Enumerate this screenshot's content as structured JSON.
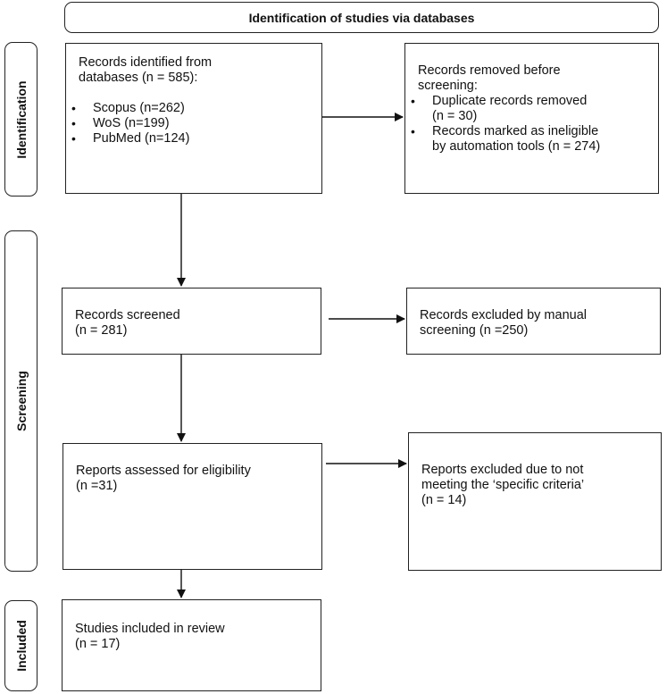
{
  "header": {
    "title": "Identification of studies via databases"
  },
  "stages": {
    "identification": "Identification",
    "screening": "Screening",
    "included": "Included"
  },
  "boxes": {
    "records_identified": {
      "line1": "Records identified from",
      "line2": "databases (n = 585):",
      "items": [
        "Scopus (n=262)",
        "WoS (n=199)",
        "PubMed (n=124)"
      ]
    },
    "records_removed": {
      "line1": "Records removed before",
      "line2": "screening:",
      "items": [
        {
          "l1": "Duplicate records removed",
          "l2": "(n = 30)"
        },
        {
          "l1": "Records marked as ineligible",
          "l2": "by automation tools (n = 274)"
        }
      ]
    },
    "records_screened": {
      "line1": "Records screened",
      "line2": "(n = 281)"
    },
    "records_excluded": {
      "line1": "Records excluded by manual",
      "line2": "screening (n =250)"
    },
    "reports_assessed": {
      "line1": "Reports assessed for eligibility",
      "line2": "(n =31)"
    },
    "reports_excluded": {
      "line1": "Reports excluded due to not",
      "line2": "meeting the ‘specific criteria’",
      "line3": "(n = 14)"
    },
    "studies_included": {
      "line1": "Studies included in review",
      "line2": "(n = 17)"
    }
  }
}
